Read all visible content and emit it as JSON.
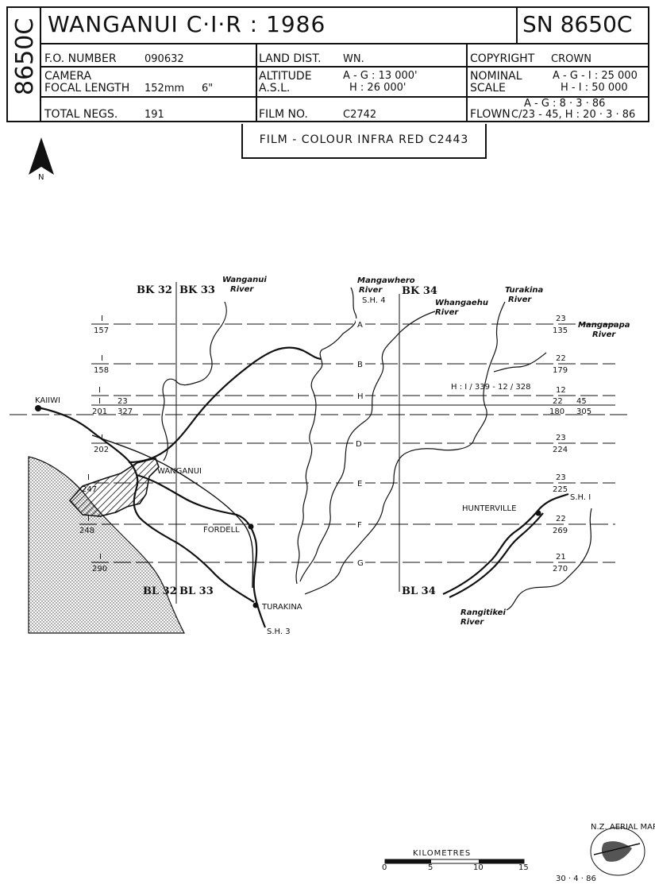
{
  "header": {
    "side_code": "8650C",
    "title": "WANGANUI  C·I·R : 1986",
    "sn": "SN 8650C",
    "fo_number_label": "F.O. NUMBER",
    "fo_number": "090632",
    "land_dist_label": "LAND DIST.",
    "land_dist": "WN.",
    "copyright_label": "COPYRIGHT",
    "copyright": "CROWN",
    "camera_label": "CAMERA",
    "focal_length_label": "FOCAL LENGTH",
    "focal_length": "152mm",
    "focal_length_in": "6\"",
    "altitude_label": "ALTITUDE",
    "asl_label": "A.S.L.",
    "altitude_ag": "A - G : 13 000'",
    "altitude_h": "H : 26 000'",
    "nominal_label": "NOMINAL",
    "scale_label": "SCALE",
    "scale_ag": "A - G - I : 25 000",
    "scale_h": "H - I : 50 000",
    "total_negs_label": "TOTAL NEGS.",
    "total_negs": "191",
    "film_no_label": "FILM NO.",
    "film_no": "C2742",
    "flown_label": "FLOWN",
    "flown_ag": "A - G : 8 · 3 · 86",
    "flown_c": "C/23 - 45, H : 20 · 3 · 86"
  },
  "film_note": "FILM - COLOUR INFRA RED  C2443",
  "north_label": "N",
  "places": {
    "kaiiwi": "KAIIWI",
    "wanganui": "WANGANUI",
    "fordell": "FORDELL",
    "turakina": "TURAKINA",
    "hunterville": "HUNTERVILLE",
    "sh4": "S.H. 4",
    "sh3": "S.H. 3",
    "sh1": "S.H. I"
  },
  "rivers": {
    "wanganui": [
      "Wanganui",
      "River"
    ],
    "mangawhero": [
      "Mangawhero",
      "River"
    ],
    "whangaehu": [
      "Whangaehu",
      "River"
    ],
    "turakina": [
      "Turakina",
      "River"
    ],
    "mangapapa": [
      "Mangapapa",
      "River"
    ],
    "rangitikei": [
      "Rangitikei",
      "River"
    ]
  },
  "blocks": {
    "bk32": "BK 32",
    "bk33": "BK 33",
    "bk34": "BK 34",
    "bl32": "BL 32",
    "bl33": "BL 33",
    "bl34": "BL 34"
  },
  "run_labels": {
    "a": "A",
    "b": "B",
    "h": "H",
    "d": "D",
    "e": "E",
    "f": "F",
    "g": "G",
    "h_note": "H : I / 339 - 12 / 328"
  },
  "frames": {
    "a_left": [
      "I",
      "157"
    ],
    "a_right": [
      "23",
      "135"
    ],
    "b_left": [
      "I",
      "158"
    ],
    "b_right": [
      "22",
      "179"
    ],
    "h_left": [
      "I",
      "201"
    ],
    "h_right": [
      "12",
      "180"
    ],
    "c_left": [
      "I",
      "23"
    ],
    "c_right": [
      "22",
      "45"
    ],
    "h_left_end": "327",
    "c_right_end": "305",
    "d_left": [
      "I",
      "202"
    ],
    "d_right": [
      "23",
      "224"
    ],
    "e_left": [
      "I",
      "247"
    ],
    "e_right": [
      "23",
      "225"
    ],
    "f_left": [
      "I",
      "248"
    ],
    "f_right": [
      "22",
      "269"
    ],
    "g_left": [
      "I",
      "290"
    ],
    "g_right": [
      "21",
      "270"
    ]
  },
  "scale": {
    "title": "KILOMETRES",
    "ticks": [
      "0",
      "5",
      "10",
      "15"
    ]
  },
  "issue_date": "30 · 4 · 86",
  "logo_text": "N.Z. AERIAL MAPPING LTD."
}
